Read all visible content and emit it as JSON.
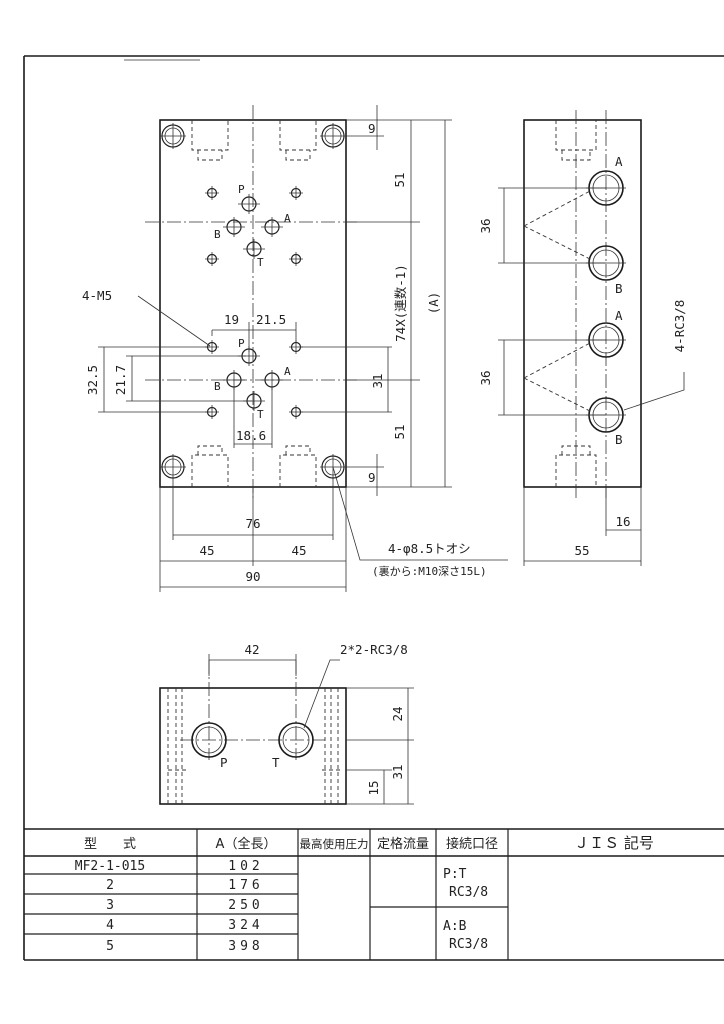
{
  "top_view": {
    "dims": {
      "d9_top": "9",
      "d51_top": "51",
      "d_pitch": "74X(連数-1)",
      "d_A": "(A)",
      "d51_bot": "51",
      "d9_bot": "9",
      "d19": "19",
      "d21_5": "21.5",
      "d32_5": "32.5",
      "d21_7": "21.7",
      "d31": "31",
      "d18_6": "18.6",
      "d76": "76",
      "d45_left": "45",
      "d45_right": "45",
      "d90": "90"
    },
    "labels": {
      "m5": "4-M5",
      "hole_note_1": "4-φ8.5トオシ",
      "hole_note_2": "(裏から:M10深さ15L)"
    },
    "ports": {
      "p": "P",
      "t": "T",
      "a": "A",
      "b": "B"
    }
  },
  "side_view": {
    "dims": {
      "d36_top": "36",
      "d36_bot": "36",
      "d16": "16",
      "d55": "55"
    },
    "labels": {
      "rc": "4-RC3/8",
      "a": "A",
      "b": "B"
    }
  },
  "end_view": {
    "dims": {
      "d42": "42",
      "d24": "24",
      "d31": "31",
      "d15": "15"
    },
    "labels": {
      "rc": "2*2-RC3/8",
      "p": "P",
      "t": "T"
    }
  },
  "spec_table": {
    "headers": [
      "型　　式",
      "A（全長）",
      "最高使用圧力",
      "定格流量",
      "接続口径",
      "ＪＩＳ 記号"
    ],
    "rows": [
      {
        "model": "MF2-1-015",
        "length": "102"
      },
      {
        "model": "2",
        "length": "176"
      },
      {
        "model": "3",
        "length": "250"
      },
      {
        "model": "4",
        "length": "324"
      },
      {
        "model": "5",
        "length": "398"
      }
    ],
    "ports_pt_1": "P:T",
    "ports_pt_2": "RC3/8",
    "ports_ab_1": "A:B",
    "ports_ab_2": "RC3/8"
  }
}
